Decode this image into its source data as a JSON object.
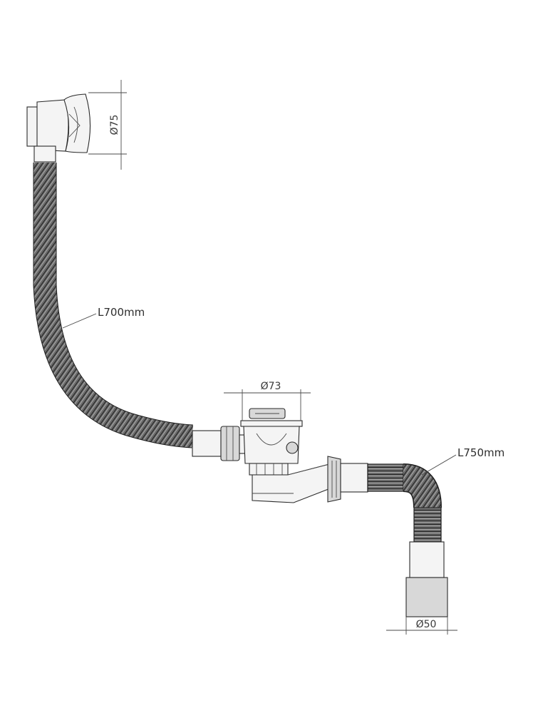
{
  "dimensions": {
    "overflow_diameter": "Ø75",
    "drain_diameter": "Ø73",
    "outlet_diameter": "Ø50"
  },
  "labels": {
    "overflow_hose_length": "L700mm",
    "outlet_hose_length": "L750mm"
  },
  "colors": {
    "line": "#2a2a2a",
    "hose_fill": "#5a5a5a",
    "part_fill": "#f4f4f4"
  }
}
